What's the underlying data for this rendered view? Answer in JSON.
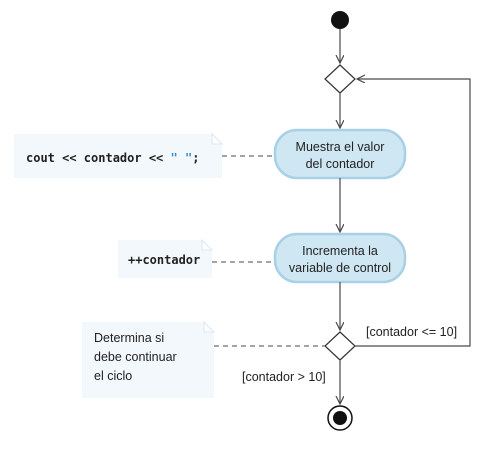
{
  "actions": {
    "show_counter": [
      "Muestra el valor",
      "del contador"
    ],
    "increment": [
      "Incrementa la",
      "variable de control"
    ]
  },
  "notes": {
    "cout": {
      "part1": "cout << contador << ",
      "string": "\" \"",
      "part2": ";"
    },
    "increment": "++contador",
    "decide": [
      "Determina si",
      "debe continuar",
      "el ciclo"
    ]
  },
  "guards": {
    "continue": "[contador <= 10]",
    "exit": "[contador > 10]"
  }
}
